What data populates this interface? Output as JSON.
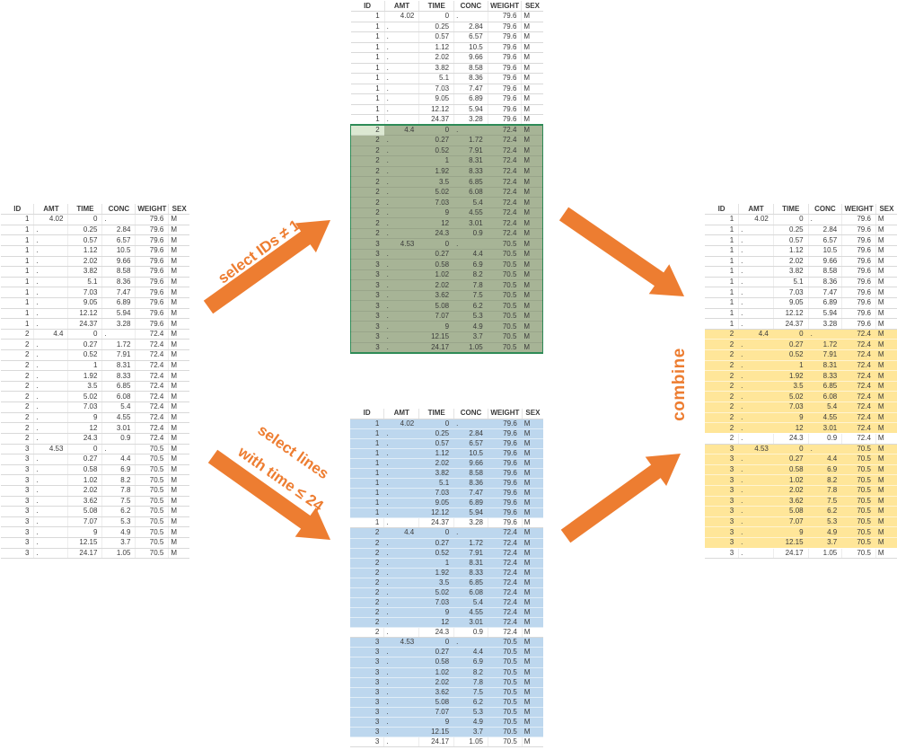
{
  "diagram": {
    "columns": [
      "ID",
      "AMT",
      "TIME",
      "CONC",
      "WEIGHT",
      "SEX"
    ],
    "rows": [
      [
        "1",
        "4.02",
        "0",
        ".",
        "79.6",
        "M"
      ],
      [
        "1",
        ".",
        "0.25",
        "2.84",
        "79.6",
        "M"
      ],
      [
        "1",
        ".",
        "0.57",
        "6.57",
        "79.6",
        "M"
      ],
      [
        "1",
        ".",
        "1.12",
        "10.5",
        "79.6",
        "M"
      ],
      [
        "1",
        ".",
        "2.02",
        "9.66",
        "79.6",
        "M"
      ],
      [
        "1",
        ".",
        "3.82",
        "8.58",
        "79.6",
        "M"
      ],
      [
        "1",
        ".",
        "5.1",
        "8.36",
        "79.6",
        "M"
      ],
      [
        "1",
        ".",
        "7.03",
        "7.47",
        "79.6",
        "M"
      ],
      [
        "1",
        ".",
        "9.05",
        "6.89",
        "79.6",
        "M"
      ],
      [
        "1",
        ".",
        "12.12",
        "5.94",
        "79.6",
        "M"
      ],
      [
        "1",
        ".",
        "24.37",
        "3.28",
        "79.6",
        "M"
      ],
      [
        "2",
        "4.4",
        "0",
        ".",
        "72.4",
        "M"
      ],
      [
        "2",
        ".",
        "0.27",
        "1.72",
        "72.4",
        "M"
      ],
      [
        "2",
        ".",
        "0.52",
        "7.91",
        "72.4",
        "M"
      ],
      [
        "2",
        ".",
        "1",
        "8.31",
        "72.4",
        "M"
      ],
      [
        "2",
        ".",
        "1.92",
        "8.33",
        "72.4",
        "M"
      ],
      [
        "2",
        ".",
        "3.5",
        "6.85",
        "72.4",
        "M"
      ],
      [
        "2",
        ".",
        "5.02",
        "6.08",
        "72.4",
        "M"
      ],
      [
        "2",
        ".",
        "7.03",
        "5.4",
        "72.4",
        "M"
      ],
      [
        "2",
        ".",
        "9",
        "4.55",
        "72.4",
        "M"
      ],
      [
        "2",
        ".",
        "12",
        "3.01",
        "72.4",
        "M"
      ],
      [
        "2",
        ".",
        "24.3",
        "0.9",
        "72.4",
        "M"
      ],
      [
        "3",
        "4.53",
        "0",
        ".",
        "70.5",
        "M"
      ],
      [
        "3",
        ".",
        "0.27",
        "4.4",
        "70.5",
        "M"
      ],
      [
        "3",
        ".",
        "0.58",
        "6.9",
        "70.5",
        "M"
      ],
      [
        "3",
        ".",
        "1.02",
        "8.2",
        "70.5",
        "M"
      ],
      [
        "3",
        ".",
        "2.02",
        "7.8",
        "70.5",
        "M"
      ],
      [
        "3",
        ".",
        "3.62",
        "7.5",
        "70.5",
        "M"
      ],
      [
        "3",
        ".",
        "5.08",
        "6.2",
        "70.5",
        "M"
      ],
      [
        "3",
        ".",
        "7.07",
        "5.3",
        "70.5",
        "M"
      ],
      [
        "3",
        ".",
        "9",
        "4.9",
        "70.5",
        "M"
      ],
      [
        "3",
        ".",
        "12.15",
        "3.7",
        "70.5",
        "M"
      ],
      [
        "3",
        ".",
        "24.17",
        "1.05",
        "70.5",
        "M"
      ]
    ],
    "tables": {
      "source": {
        "highlight": "none",
        "highlight_rows": []
      },
      "ids": {
        "highlight": "green",
        "highlight_rows": [
          [
            12,
            33
          ]
        ],
        "block_border": true,
        "active_first_cell": true
      },
      "time": {
        "highlight": "blue",
        "highlight_rows": [
          [
            1,
            10
          ],
          [
            12,
            21
          ],
          [
            23,
            32
          ]
        ]
      },
      "combined": {
        "highlight": "yellow",
        "highlight_rows": [
          [
            12,
            21
          ],
          [
            23,
            32
          ]
        ]
      }
    },
    "labels": {
      "select_ids": "select IDs ≠ 1",
      "select_time_line1": "select lines",
      "select_time_line2": "with time ≤ 24",
      "combine": "combine"
    },
    "colors": {
      "arrow_orange": "#ED7D31",
      "green_fill": "#A7B496",
      "green_fill_active": "#DCE8D2",
      "green_border": "#2E8B57",
      "blue_fill": "#BDD7EE",
      "yellow_fill": "#FFE699",
      "grid_line": "#D9D9D9",
      "text": "#3B3B3B"
    }
  }
}
